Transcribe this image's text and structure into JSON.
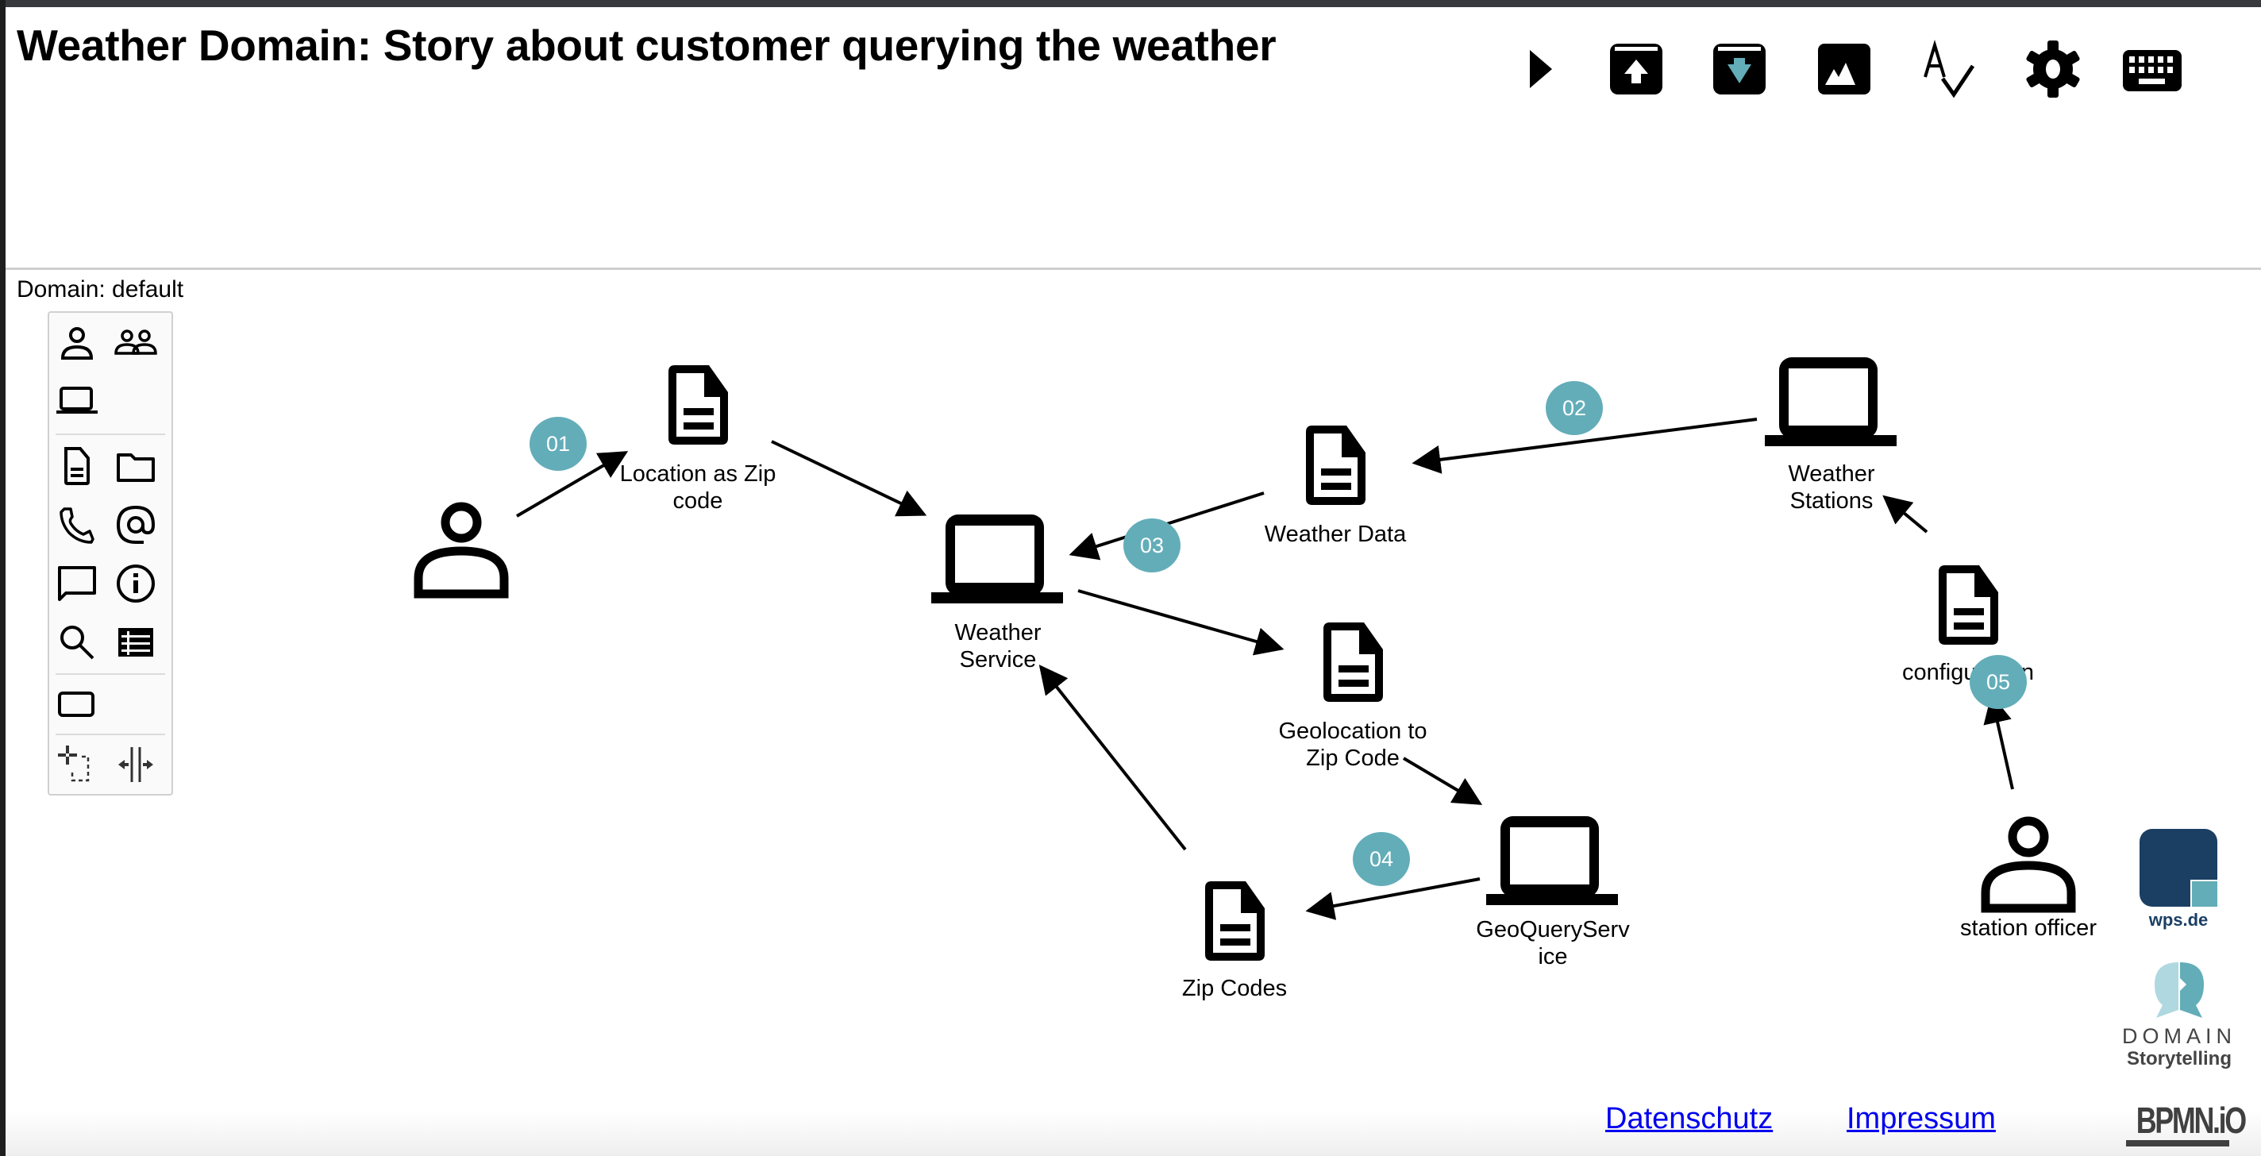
{
  "title": "Weather Domain: Story about customer querying the weather",
  "toolbar": [
    {
      "name": "play-icon",
      "label": "Replay story"
    },
    {
      "name": "export-icon",
      "label": "Export"
    },
    {
      "name": "import-icon",
      "label": "Import"
    },
    {
      "name": "image-icon",
      "label": "Save as image"
    },
    {
      "name": "spellcheck-icon",
      "label": "Label dictionary"
    },
    {
      "name": "gear-icon",
      "label": "Settings"
    },
    {
      "name": "keyboard-icon",
      "label": "Keyboard shortcuts"
    }
  ],
  "domain_label": "Domain: default",
  "palette": {
    "groups": [
      [
        "person-icon",
        "group-icon",
        "system-icon"
      ],
      [
        "document-icon",
        "folder-icon",
        "call-icon",
        "email-icon",
        "conversation-icon",
        "info-icon",
        "search-icon",
        "list-icon"
      ],
      [
        "group-box-icon"
      ],
      [
        "space-tool-icon",
        "lasso-tool-icon"
      ]
    ]
  },
  "diagram": {
    "nodes": [
      {
        "id": "customer",
        "type": "person",
        "label": ""
      },
      {
        "id": "location-zip",
        "type": "document",
        "label": "Location as Zip\ncode"
      },
      {
        "id": "weather-service",
        "type": "system",
        "label": "Weather\nService"
      },
      {
        "id": "weather-data",
        "type": "document",
        "label": "Weather Data"
      },
      {
        "id": "weather-stations",
        "type": "system",
        "label": "Weather\nStations"
      },
      {
        "id": "geolocation",
        "type": "document",
        "label": "Geolocation to\nZip Code"
      },
      {
        "id": "geoquery",
        "type": "system",
        "label": "GeoQueryServ\nice"
      },
      {
        "id": "zip-codes",
        "type": "document",
        "label": "Zip Codes"
      },
      {
        "id": "configuration",
        "type": "document",
        "label": "configuration"
      },
      {
        "id": "station-officer",
        "type": "person",
        "label": "station officer"
      }
    ],
    "activities": [
      {
        "number": "01",
        "from": "customer",
        "to": "location-zip"
      },
      {
        "number": "",
        "from": "location-zip",
        "to": "weather-service"
      },
      {
        "number": "02",
        "from": "weather-stations",
        "to": "weather-data"
      },
      {
        "number": "03",
        "from": "weather-data",
        "to": "weather-service"
      },
      {
        "number": "",
        "from": "weather-service",
        "to": "geolocation"
      },
      {
        "number": "",
        "from": "geolocation",
        "to": "geoquery"
      },
      {
        "number": "04",
        "from": "geoquery",
        "to": "zip-codes"
      },
      {
        "number": "",
        "from": "zip-codes",
        "to": "weather-service"
      },
      {
        "number": "05",
        "from": "station-officer",
        "to": "configuration"
      },
      {
        "number": "",
        "from": "configuration",
        "to": "weather-stations"
      }
    ],
    "badge_color": "#63adb9"
  },
  "footer": {
    "links": [
      "Datenschutz",
      "Impressum"
    ],
    "logos": {
      "wps": "wps.de",
      "domain_storytelling_top": "DOMAIN",
      "domain_storytelling_bottom": "Storytelling",
      "bpmn": "BPMN.iO"
    }
  }
}
